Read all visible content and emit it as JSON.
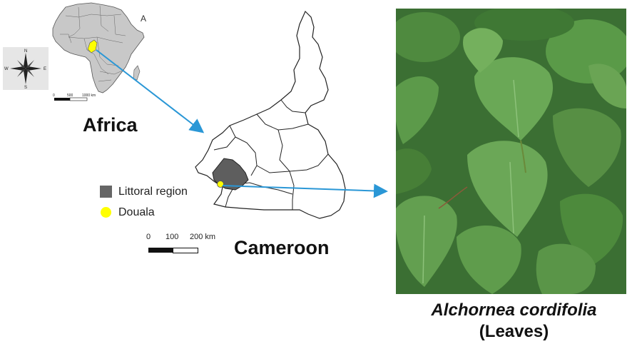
{
  "africa": {
    "label": "Africa",
    "north_arrow_letter": "A",
    "compass": {
      "n": "N",
      "s": "S",
      "e": "E",
      "w": "W"
    },
    "scale_ticks": [
      "0",
      "500",
      "1000 km"
    ]
  },
  "cameroon": {
    "label": "Cameroon",
    "scale_ticks": [
      "0",
      "100",
      "200 km"
    ]
  },
  "legend": {
    "items": [
      {
        "label": "Littoral region",
        "color": "#666666"
      },
      {
        "label": "Douala",
        "color": "#ffff00"
      }
    ]
  },
  "plant": {
    "species": "Alchornea cordifolia",
    "part": "(Leaves)"
  },
  "colors": {
    "arrow": "#2a97d6",
    "littoral": "#5e5e5e",
    "douala": "#ffff00",
    "africa_fill": "#c8c8c8",
    "leaf": "#4a8f3c"
  }
}
